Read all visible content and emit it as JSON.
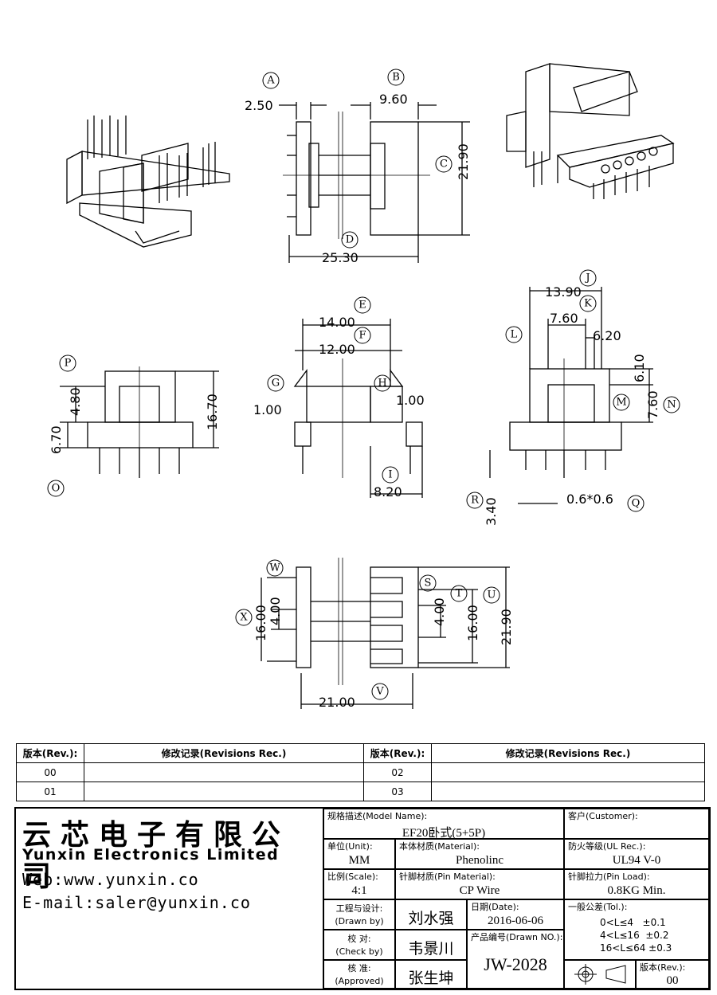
{
  "dims": {
    "A": "A",
    "B": "B",
    "C": "C",
    "D": "D",
    "E": "E",
    "F": "F",
    "G": "G",
    "H": "H",
    "I": "I",
    "J": "J",
    "K": "K",
    "L": "L",
    "M": "M",
    "N": "N",
    "O": "O",
    "P": "P",
    "Q": "Q",
    "R": "R",
    "S": "S",
    "T": "T",
    "U": "U",
    "V": "V",
    "W": "W",
    "X": "X",
    "d250": "2.50",
    "d960": "9.60",
    "d2190": "21.90",
    "d2530": "25.30",
    "d1400": "14.00",
    "d1200": "12.00",
    "d100a": "1.00",
    "d100b": "1.00",
    "d820": "8.20",
    "d1390": "13.90",
    "d760a": "7.60",
    "d620": "6.20",
    "d610": "6.10",
    "d760b": "7.60",
    "d480": "4.80",
    "d670": "6.70",
    "d1670": "16.70",
    "d340": "3.40",
    "d06": "0.6*0.6",
    "d1600a": "16.00",
    "d400a": "4.00",
    "d400b": "4.00",
    "d1600b": "16.00",
    "d2190b": "21.90",
    "d2100": "21.00"
  },
  "revisions": {
    "header_rev": "版本(Rev.):",
    "header_rec": "修改记录(Revisions Rec.)",
    "rows": [
      "00",
      "01",
      "02",
      "03"
    ]
  },
  "titleblock": {
    "company_cn": "云芯电子有限公司",
    "company_en": "Yunxin Electronics Limited",
    "web": "Web:www.yunxin.co",
    "email": "E-mail:saler@yunxin.co",
    "model_label": "规格描述(Model Name):",
    "model_value": "EF20卧式(5+5P)",
    "customer_label": "客户(Customer):",
    "unit_label": "单位(Unit):",
    "unit_value": "MM",
    "material_label": "本体材质(Material):",
    "material_value": "Phenolinc",
    "ul_label": "防火等级(UL Rec.):",
    "ul_value": "UL94 V-0",
    "scale_label": "比例(Scale):",
    "scale_value": "4:1",
    "pin_material_label": "针脚材质(Pin Material):",
    "pin_material_value": "CP Wire",
    "pin_load_label": "针脚拉力(Pin Load):",
    "pin_load_value": "0.8KG Min.",
    "drawn_label_cn": "工程与设计:",
    "drawn_label_en": "(Drawn by)",
    "drawn_value": "刘水强",
    "date_label": "日期(Date):",
    "date_value": "2016-06-06",
    "tol_label": "一般公差(Tol.):",
    "tol_rows": [
      "0<L≤4   ±0.1",
      "4<L≤16  ±0.2",
      "16<L≤64 ±0.3"
    ],
    "check_label_cn": "校  对:",
    "check_label_en": "(Check by)",
    "check_value": "韦景川",
    "drawing_no_label": "产品编号(Drawn NO.):",
    "drawing_no_value": "JW-2028",
    "approved_label_cn": "核  准:",
    "approved_label_en": "(Approved)",
    "approved_value": "张生坤",
    "rev_label": "版本(Rev.):",
    "rev_value": "00"
  }
}
